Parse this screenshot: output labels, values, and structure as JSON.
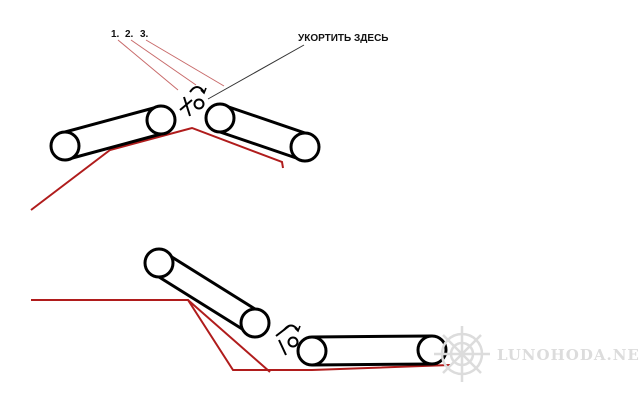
{
  "diagram": {
    "callout_numbers": [
      "1.",
      "2.",
      "3."
    ],
    "callout_text": "УКОРТИТЬ ЗДЕСЬ",
    "watermark_text": "LUNOHODA.NET"
  },
  "colors": {
    "terrain": "#b01c1c",
    "outline": "#000000",
    "leader_red": "#c86a6a",
    "leader_dark": "#333333",
    "watermark": "#dcdcdc"
  }
}
